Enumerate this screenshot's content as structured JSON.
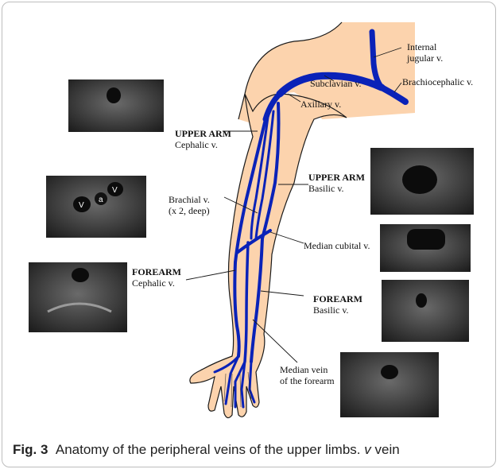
{
  "labels": {
    "internal_jugular_line1": "Internal",
    "internal_jugular_line2": "jugular v.",
    "subclavian": "Subclavian v.",
    "brachiocephalic": "Brachiocephalic v.",
    "axillary": "Axillary v.",
    "upper_arm_cephalic_region": "UPPER ARM",
    "upper_arm_cephalic_vein": "Cephalic v.",
    "upper_arm_basilic_region": "UPPER ARM",
    "upper_arm_basilic_vein": "Basilic v.",
    "brachial_line1": "Brachial v.",
    "brachial_line2": "(x 2, deep)",
    "median_cubital": "Median cubital v.",
    "forearm_cephalic_region": "FOREARM",
    "forearm_cephalic_vein": "Cephalic v.",
    "forearm_basilic_region": "FOREARM",
    "forearm_basilic_vein": "Basilic v.",
    "median_forearm_line1": "Median vein",
    "median_forearm_line2": "of the forearm"
  },
  "ultrasound_marks": {
    "vein_left": "V",
    "artery": "a",
    "vein_right": "V"
  },
  "caption": {
    "figure_number": "Fig. 3",
    "text": "Anatomy of the peripheral veins of the upper limbs.",
    "abbrev_term": "v",
    "abbrev_definition": "vein"
  },
  "colors": {
    "skin": "#fcd3ad",
    "vein": "#0a22b8",
    "outline": "#1a1a1a",
    "ultrasound_bg": "#3a3a3a"
  }
}
